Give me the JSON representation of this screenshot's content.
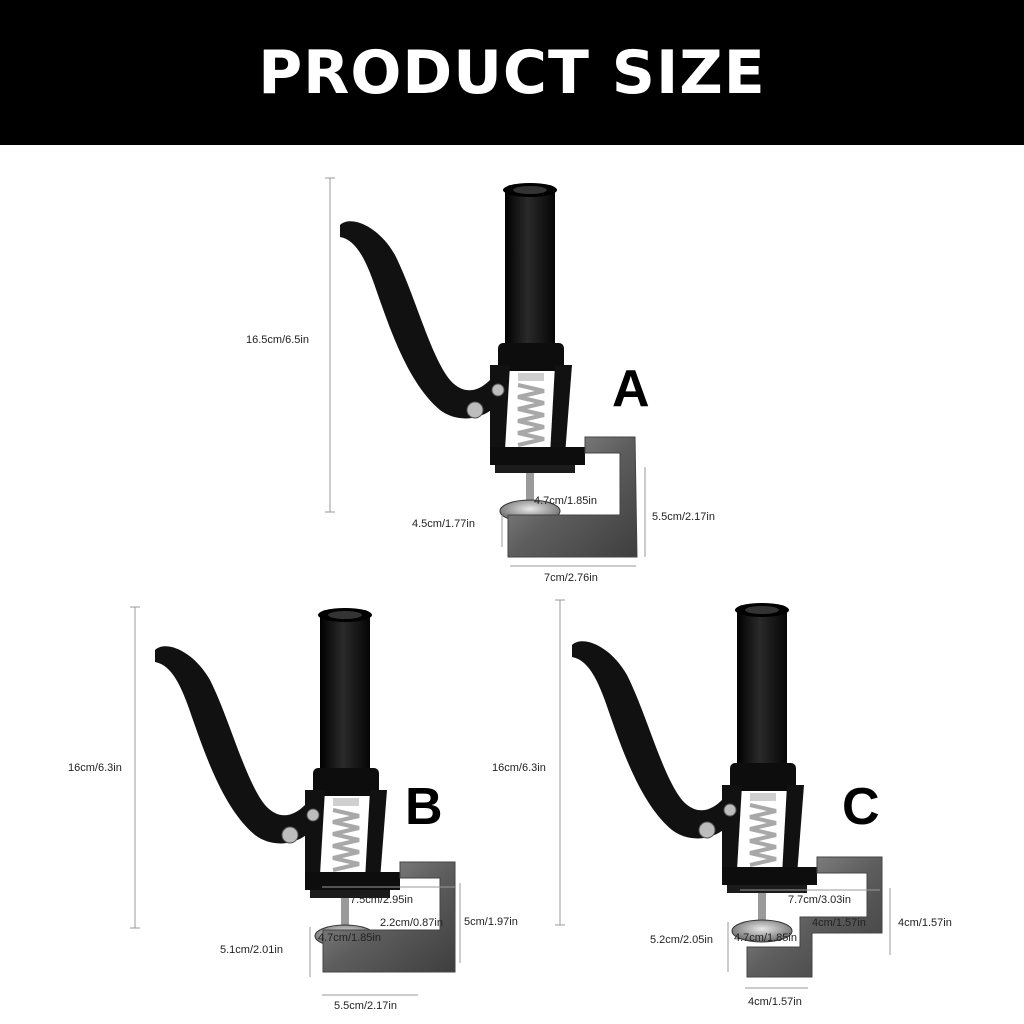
{
  "header": {
    "title": "PRODUCT SIZE"
  },
  "colors": {
    "banner": "#000000",
    "tool_body": "#111111",
    "clamp_metal": "#6e6e6e",
    "spring": "#9a9a9a"
  },
  "variants": {
    "a": {
      "letter": "A",
      "height": "16.5cm/6.5in",
      "foot_diameter": "4.7cm/1.85in",
      "foot_gap": "4.5cm/1.77in",
      "clamp_height": "5.5cm/2.17in",
      "clamp_width": "7cm/2.76in"
    },
    "b": {
      "letter": "B",
      "height": "16cm/6.3in",
      "top_width": "7.5cm/2.95in",
      "inner_depth": "2.2cm/0.87in",
      "clamp_height": "5cm/1.97in",
      "foot_diameter": "4.7cm/1.85in",
      "foot_gap": "5.1cm/2.01in",
      "clamp_width": "5.5cm/2.17in"
    },
    "c": {
      "letter": "C",
      "height": "16cm/6.3in",
      "top_width": "7.7cm/3.03in",
      "inner_depth": "4cm/1.57in",
      "clamp_height": "4cm/1.57in",
      "foot_diameter": "4.7cm/1.85in",
      "foot_gap": "5.2cm/2.05in",
      "clamp_width": "4cm/1.57in"
    }
  }
}
